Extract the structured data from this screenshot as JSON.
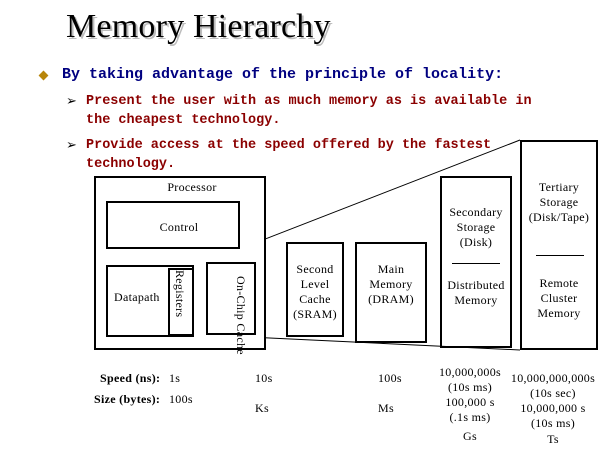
{
  "slide": {
    "title": "Memory Hierarchy",
    "bullet": "By taking advantage of the principle of locality:",
    "sub1_line1": "Present the user with as much memory as is available in",
    "sub1_line2": "the cheapest technology.",
    "sub2_line1": "Provide access at the speed offered by the fastest",
    "sub2_line2": "technology."
  },
  "diagram": {
    "processor": "Processor",
    "control": "Control",
    "datapath": "Datapath",
    "registers": "Registers",
    "onchip_cache": "On-Chip Cache",
    "l2_line1": "Second",
    "l2_line2": "Level",
    "l2_line3": "Cache",
    "l2_line4": "(SRAM)",
    "main_line1": "Main",
    "main_line2": "Memory",
    "main_line3": "(DRAM)",
    "sec_line1": "Secondary",
    "sec_line2": "Storage",
    "sec_line3": "(Disk)",
    "sec_line4": "Distributed",
    "sec_line5": "Memory",
    "ter_line1": "Tertiary",
    "ter_line2": "Storage",
    "ter_line3": "(Disk/Tape)",
    "ter_line4": "Remote",
    "ter_line5": "Cluster",
    "ter_line6": "Memory"
  },
  "metrics": {
    "speed_label": "Speed (ns):",
    "size_label": "Size (bytes):",
    "speed_reg": "1s",
    "size_reg": "100s",
    "speed_l2": "10s",
    "size_l2": "Ks",
    "speed_main": "100s",
    "size_main": "Ms",
    "speed_sec_1": "10,000,000s",
    "speed_sec_2": "(10s ms)",
    "size_sec_1": "100,000 s",
    "size_sec_2": "(.1s ms)",
    "size_sec_3": "Gs",
    "speed_ter_1": "10,000,000,000s",
    "speed_ter_2": "(10s sec)",
    "size_ter_1": "10,000,000 s",
    "size_ter_2": "(10s ms)",
    "size_ter_3": "Ts"
  }
}
